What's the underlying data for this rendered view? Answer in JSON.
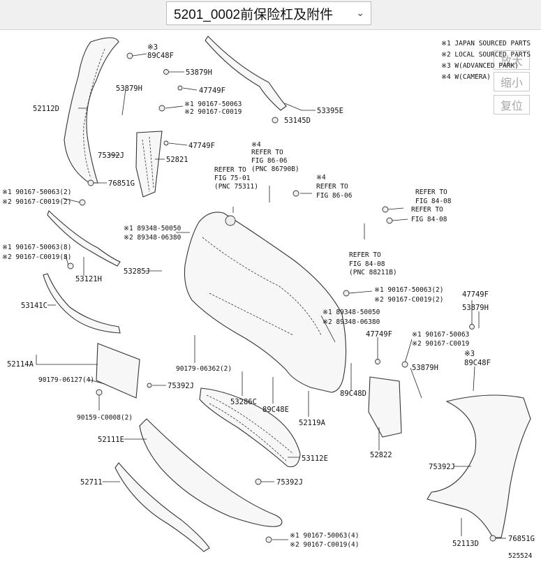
{
  "header": {
    "selected_page": "5201_0002前保险杠及附件",
    "dropdown_icon": "chevron-down-icon"
  },
  "zoom": {
    "zoom_in": "放大",
    "zoom_out": "缩小",
    "reset": "复位"
  },
  "legend": [
    "※1 JAPAN SOURCED PARTS",
    "※2 LOCAL SOURCED PARTS",
    "※3 W(ADVANCED PARK)",
    "※4 W(CAMERA)"
  ],
  "refs": [
    {
      "lines": [
        "REFER TO",
        "FIG 75-01",
        "(PNC 75311)"
      ]
    },
    {
      "lines": [
        "※4",
        "REFER TO",
        "FIG 86-06",
        "(PNC 86790B)"
      ]
    },
    {
      "lines": [
        "※4",
        "REFER TO",
        "FIG 86-06"
      ]
    },
    {
      "lines": [
        "REFER TO",
        "FIG 84-08"
      ]
    },
    {
      "lines": [
        "REFER TO",
        "FIG 84-08"
      ]
    },
    {
      "lines": [
        "REFER TO",
        "FIG 84-08",
        "(PNC 88211B)"
      ]
    }
  ],
  "labels": [
    "※3",
    "89C48F",
    "53879H",
    "53879H",
    "47749F",
    "52112D",
    "※1 90167-50063",
    "※2 90167-C0019",
    "47749F",
    "75392J",
    "52821",
    "76851G",
    "53395E",
    "53145D",
    "※1 90167-50063(2)",
    "※2 90167-C0019(2)",
    "※1 89348-50050",
    "※2 89348-06380",
    "※1 90167-50063(8)",
    "※2 90167-C0019(8)",
    "53121H",
    "53285J",
    "53141C",
    "※1 90167-50063(2)",
    "※2 90167-C0019(2)",
    "※1 89348-50050",
    "※2 89348-06380",
    "47749F",
    "53879H",
    "47749F",
    "※1 90167-50063",
    "※2 90167-C0019",
    "※3",
    "89C48F",
    "53879H",
    "52114A",
    "90179-06127(4)",
    "90159-C0008(2)",
    "90179-06362(2)",
    "75392J",
    "53286C",
    "89C48E",
    "52119A",
    "89C48D",
    "52822",
    "52111E",
    "53112E",
    "52711",
    "75392J",
    "75392J",
    "※1 90167-50063(4)",
    "※2 90167-C0019(4)",
    "52113D",
    "76851G",
    "525524"
  ]
}
